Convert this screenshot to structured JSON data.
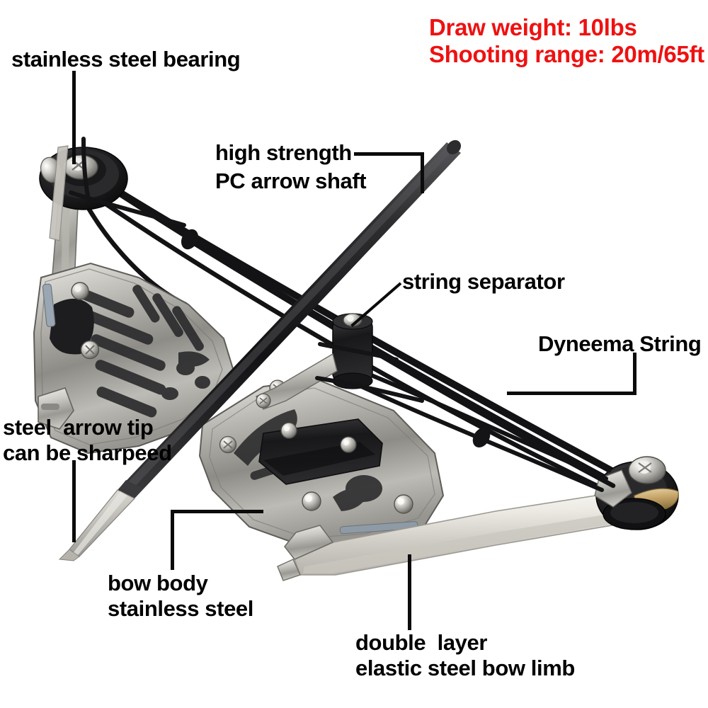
{
  "page": {
    "type": "product-infographic",
    "subject": "compact compound bow with arrow",
    "background_color": "#ffffff"
  },
  "specs": {
    "color": "#ee1111",
    "line1": "Draw weight: 10lbs",
    "line2": "Shooting range: 20m/65ft"
  },
  "callouts": [
    {
      "id": "bearing",
      "text": "stainless steel bearing"
    },
    {
      "id": "arrow-shaft-1",
      "text": "high strength"
    },
    {
      "id": "arrow-shaft-2",
      "text": "PC arrow shaft"
    },
    {
      "id": "string-sep",
      "text": "string separator"
    },
    {
      "id": "dyneema",
      "text": "Dyneema String"
    },
    {
      "id": "arrow-tip-1",
      "text": "steel  arrow tip"
    },
    {
      "id": "arrow-tip-2",
      "text": "can be sharpeed"
    },
    {
      "id": "bow-body-1",
      "text": "bow body"
    },
    {
      "id": "bow-body-2",
      "text": "stainless steel"
    },
    {
      "id": "bow-limb-1",
      "text": "double  layer"
    },
    {
      "id": "bow-limb-2",
      "text": "elastic steel bow limb"
    }
  ],
  "colors": {
    "label_text": "#000000",
    "spec_text": "#ee1111",
    "leader_line": "#0b0b0b",
    "steel_light": "#d8d6d0",
    "steel_mid": "#a9a7a1",
    "steel_dark": "#6e6c68",
    "black_part": "#1b1b1b",
    "brass": "#c9a86a"
  }
}
